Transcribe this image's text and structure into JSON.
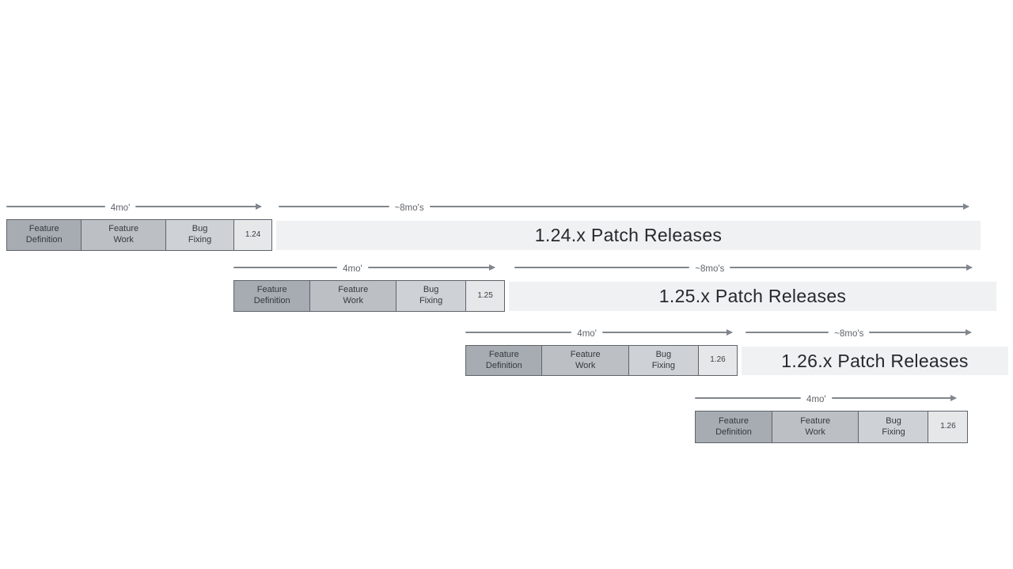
{
  "diagram": {
    "name": "release-cadence-timeline",
    "background": "#ffffff"
  },
  "colors": {
    "phase_feature_definition_bg": "#a7acb2",
    "phase_feature_work_bg": "#bcc0c5",
    "phase_bug_fixing_bg": "#ced2d6",
    "version_box_bg": "#e5e7e9",
    "patch_bar_bg": "#f0f1f3",
    "box_border": "#5f646a",
    "arrow_line": "#80868c",
    "arrow_label_text": "#5f6368",
    "phase_text": "#35393d",
    "patch_text": "#26292c"
  },
  "rows": [
    {
      "four_mo_label": "4mo'",
      "eight_mo_label": "~8mo's",
      "phases": [
        {
          "label": "Feature\nDefinition"
        },
        {
          "label": "Feature\nWork"
        },
        {
          "label": "Bug\nFixing"
        }
      ],
      "version": "1.24",
      "patch_label": "1.24.x Patch Releases"
    },
    {
      "four_mo_label": "4mo'",
      "eight_mo_label": "~8mo's",
      "phases": [
        {
          "label": "Feature\nDefinition"
        },
        {
          "label": "Feature\nWork"
        },
        {
          "label": "Bug\nFixing"
        }
      ],
      "version": "1.25",
      "patch_label": "1.25.x Patch Releases"
    },
    {
      "four_mo_label": "4mo'",
      "eight_mo_label": "~8mo's",
      "phases": [
        {
          "label": "Feature\nDefinition"
        },
        {
          "label": "Feature\nWork"
        },
        {
          "label": "Bug\nFixing"
        }
      ],
      "version": "1.26",
      "patch_label": "1.26.x Patch Releases"
    },
    {
      "four_mo_label": "4mo'",
      "phases": [
        {
          "label": "Feature\nDefinition"
        },
        {
          "label": "Feature\nWork"
        },
        {
          "label": "Bug\nFixing"
        }
      ],
      "version": "1.26"
    }
  ]
}
